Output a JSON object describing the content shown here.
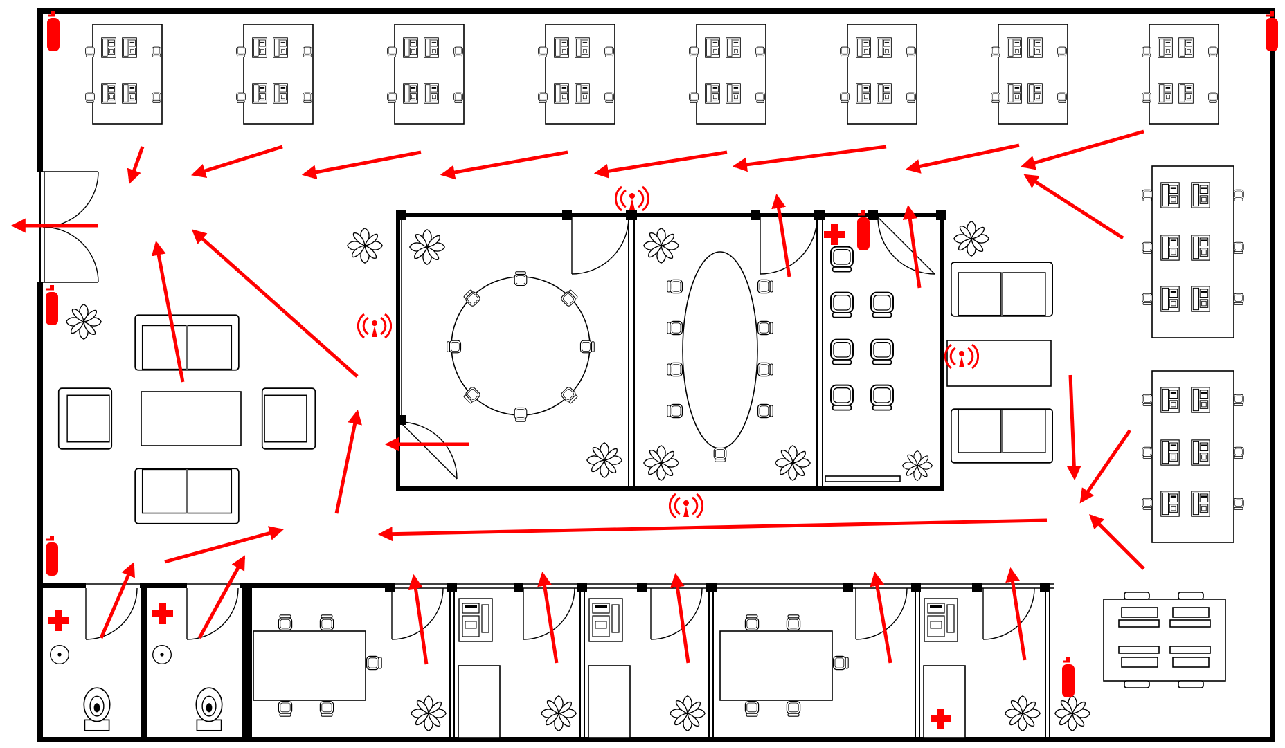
{
  "diagram": {
    "type": "office-floor-plan-evacuation",
    "colors": {
      "walls": "#000000",
      "evacuation_arrow": "#ff0000",
      "safety_symbol": "#ff0000",
      "background": "#ffffff"
    },
    "symbols": [
      "fire-extinguisher-icon",
      "first-aid-icon",
      "wifi-alarm-icon",
      "plant-icon",
      "exit-door"
    ],
    "rooms": [
      "open-office-desks",
      "lounge-area",
      "round-meeting-room",
      "conference-room",
      "break-room",
      "restroom-1",
      "restroom-2",
      "office-1",
      "office-2",
      "office-3",
      "office-4",
      "office-5",
      "office-6"
    ]
  }
}
